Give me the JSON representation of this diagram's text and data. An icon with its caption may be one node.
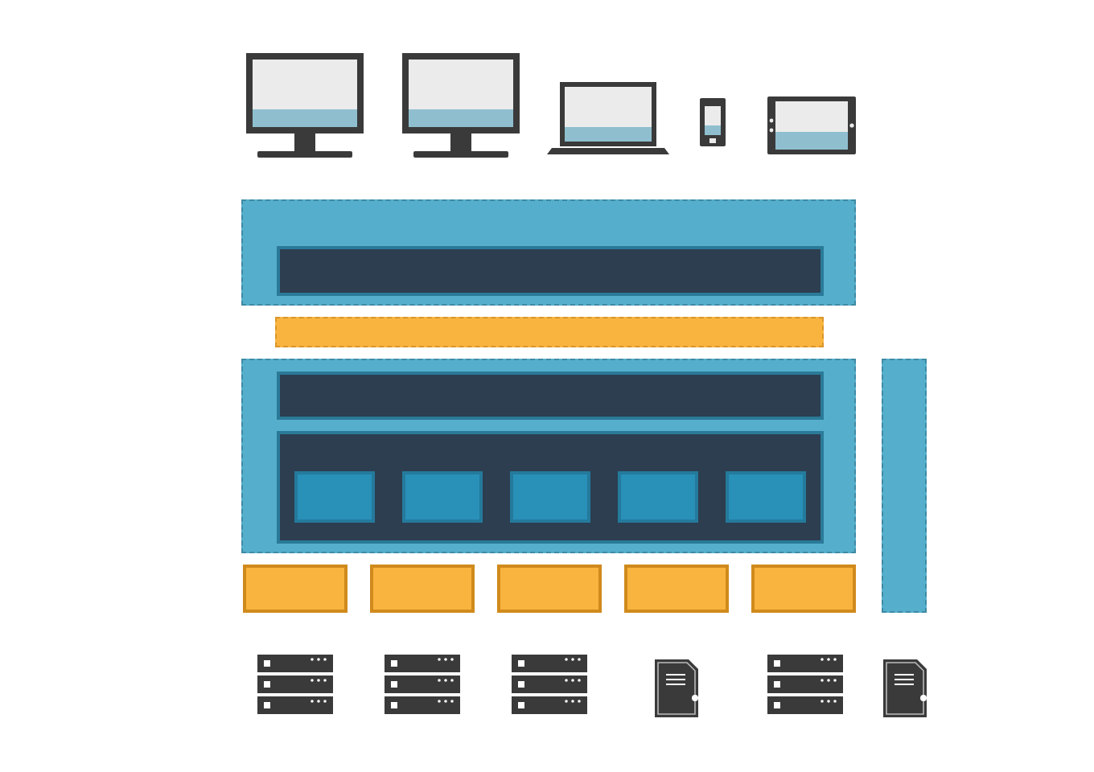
{
  "diagram": {
    "nodes": [
      {
        "text": [],
        "shape": "monitor"
      },
      {
        "text": [],
        "shape": "monitor"
      },
      {
        "text": [],
        "shape": "laptop"
      },
      {
        "text": [],
        "shape": "phone"
      },
      {
        "text": [],
        "shape": "tablet"
      },
      {
        "text": [],
        "shape": "box"
      },
      {
        "text": [],
        "shape": "bar",
        "in": 5
      },
      {
        "text": [],
        "shape": "bar"
      },
      {
        "text": [],
        "shape": "box"
      },
      {
        "text": [],
        "shape": "bar",
        "in": 8
      },
      {
        "text": [],
        "shape": "box",
        "in": 8
      },
      {
        "text": [],
        "shape": "box",
        "in": 10
      },
      {
        "text": [],
        "shape": "box",
        "in": 10
      },
      {
        "text": [],
        "shape": "box",
        "in": 10
      },
      {
        "text": [],
        "shape": "box",
        "in": 10
      },
      {
        "text": [],
        "shape": "box",
        "in": 10
      },
      {
        "text": [],
        "shape": "bar"
      },
      {
        "text": [],
        "shape": "box"
      },
      {
        "text": [],
        "shape": "box"
      },
      {
        "text": [],
        "shape": "box"
      },
      {
        "text": [],
        "shape": "box"
      },
      {
        "text": [],
        "shape": "box"
      },
      {
        "text": [],
        "shape": "server"
      },
      {
        "text": [],
        "shape": "server"
      },
      {
        "text": [],
        "shape": "server"
      },
      {
        "text": [],
        "shape": "card"
      },
      {
        "text": [],
        "shape": "server"
      },
      {
        "text": [],
        "shape": "card"
      }
    ]
  }
}
